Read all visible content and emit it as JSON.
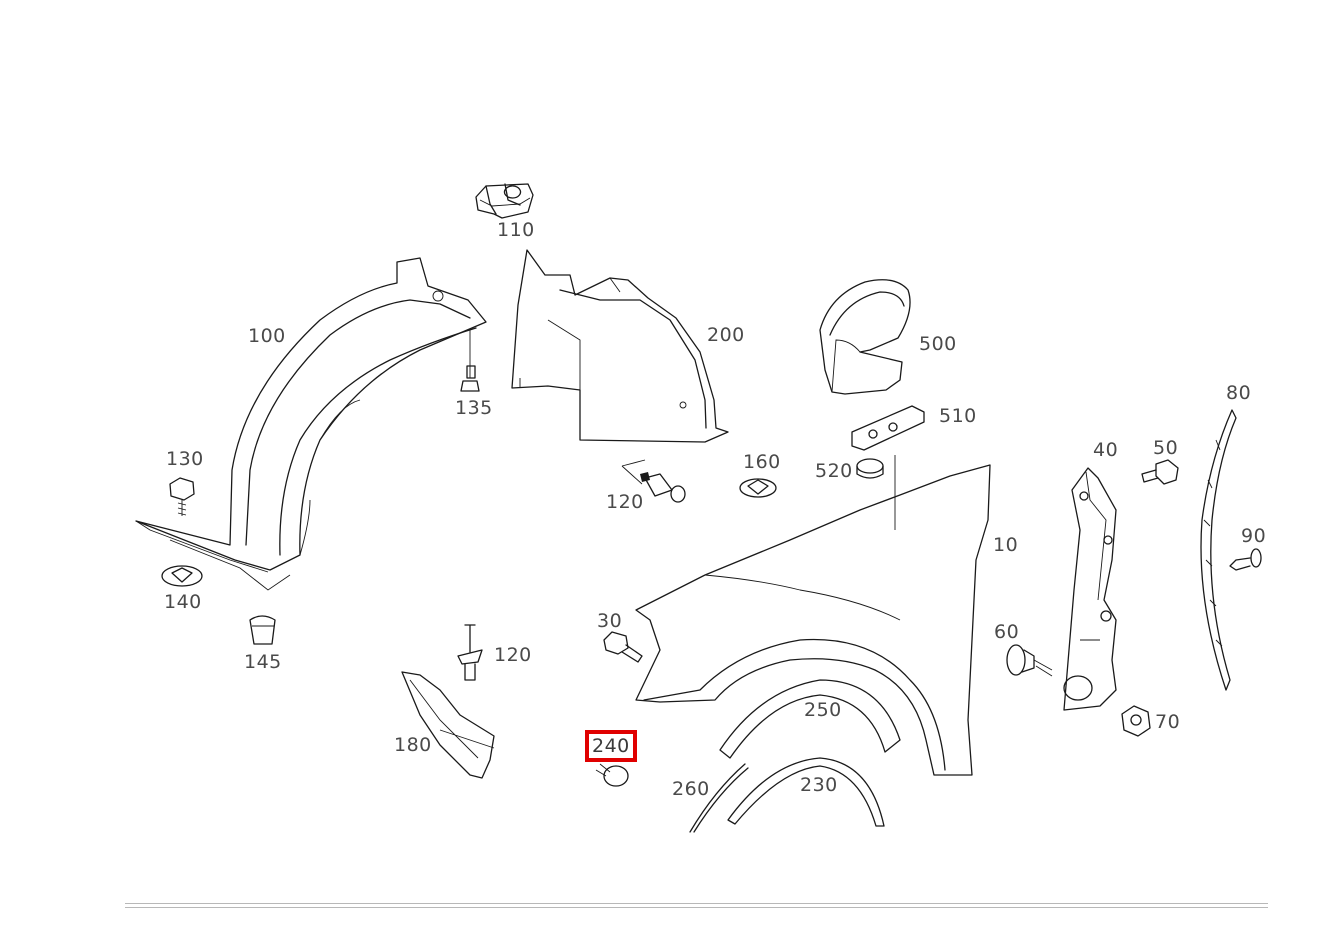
{
  "diagram": {
    "highlighted_label": "240",
    "labels": [
      {
        "id": "l110",
        "text": "110"
      },
      {
        "id": "l100",
        "text": "100"
      },
      {
        "id": "l200",
        "text": "200"
      },
      {
        "id": "l500",
        "text": "500"
      },
      {
        "id": "l135",
        "text": "135"
      },
      {
        "id": "l510",
        "text": "510"
      },
      {
        "id": "l80",
        "text": "80"
      },
      {
        "id": "l130",
        "text": "130"
      },
      {
        "id": "l160",
        "text": "160"
      },
      {
        "id": "l40",
        "text": "40"
      },
      {
        "id": "l50",
        "text": "50"
      },
      {
        "id": "l520",
        "text": "520"
      },
      {
        "id": "l120a",
        "text": "120"
      },
      {
        "id": "l10",
        "text": "10"
      },
      {
        "id": "l90",
        "text": "90"
      },
      {
        "id": "l140",
        "text": "140"
      },
      {
        "id": "l30",
        "text": "30"
      },
      {
        "id": "l60",
        "text": "60"
      },
      {
        "id": "l120b",
        "text": "120"
      },
      {
        "id": "l145",
        "text": "145"
      },
      {
        "id": "l250",
        "text": "250"
      },
      {
        "id": "l70",
        "text": "70"
      },
      {
        "id": "l180",
        "text": "180"
      },
      {
        "id": "l240",
        "text": "240"
      },
      {
        "id": "l260",
        "text": "260"
      },
      {
        "id": "l230",
        "text": "230"
      }
    ]
  }
}
